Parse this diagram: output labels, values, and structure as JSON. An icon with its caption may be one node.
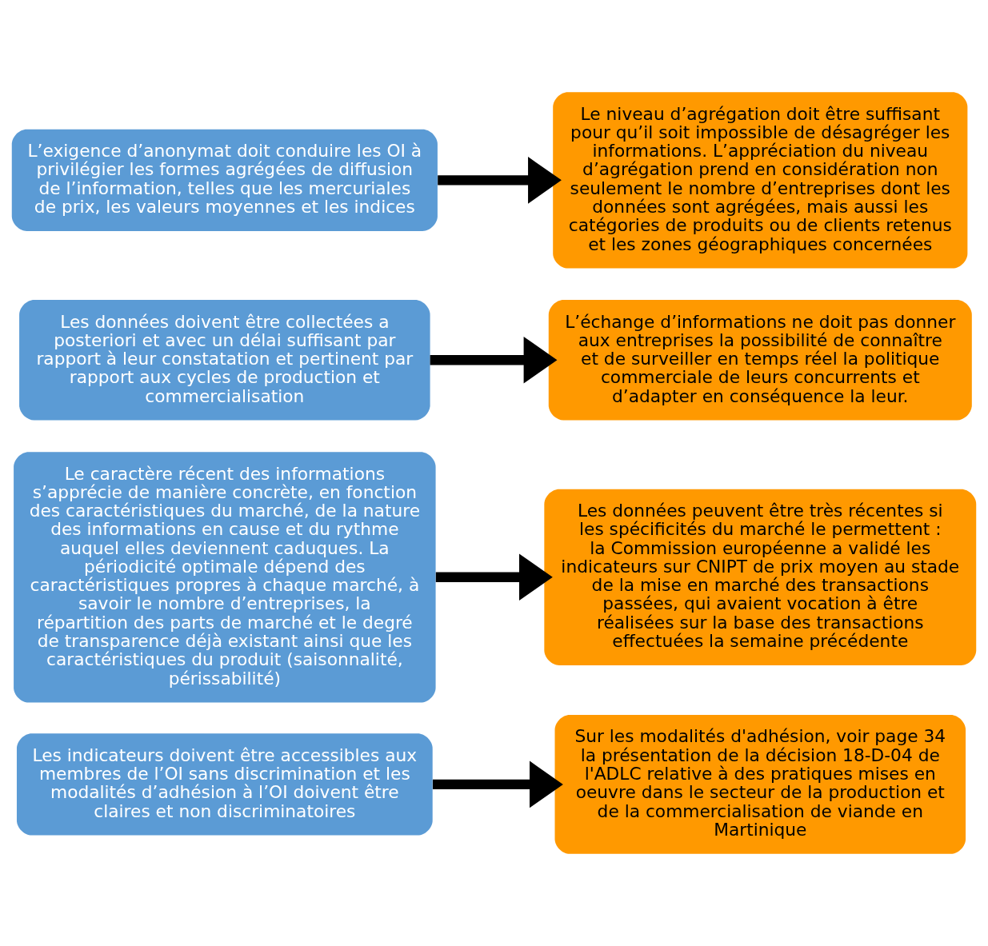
{
  "diagram": {
    "nodes": [
      {
        "text": [
          "L’exigence d’anonymat doit conduire les OI à privilégier les formes agrégées de diffusion de l’information, telles que les mercuriales de prix, les valeurs moyennes et les indices"
        ]
      },
      {
        "text": [
          "Le niveau d’agrégation doit être suffisant pour qu’il soit impossible de désagréger les informations. L’appréciation du niveau d’agrégation prend en considération non seulement le nombre d’entreprises dont les données sont agrégées, mais aussi les catégories de produits ou de clients retenus et les zones géographiques concernées"
        ]
      },
      {
        "text": [
          "Les données doivent être collectées a posteriori et avec un délai suffisant par rapport à leur constatation et pertinent par rapport aux cycles de production et commercialisation"
        ]
      },
      {
        "text": [
          "L’échange d’informations ne doit pas donner aux entreprises la possibilité de connaître et de surveiller en temps réel la politique commerciale de leurs concurrents et d’adapter en conséquence la leur."
        ]
      },
      {
        "text": [
          "Le caractère récent des informations s’apprécie de manière concrète, en fonction des caractéristiques du marché, de la nature des informations en cause et du rythme auquel elles deviennent caduques. La périodicité optimale dépend des caractéristiques propres à chaque marché, à savoir le nombre d’entreprises, la répartition des parts de marché et le degré de transparence déjà existant ainsi que les caractéristiques du produit (saisonnalité, périssabilité)"
        ]
      },
      {
        "text": [
          "Les données peuvent être très récentes si les spécificités du marché le permettent : la Commission européenne a validé les indicateurs sur CNIPT de prix moyen au stade de la mise en marché des transactions passées, qui avaient vocation à être réalisées sur la base des transactions effectuées la semaine précédente"
        ]
      },
      {
        "text": [
          "Les indicateurs doivent être accessibles aux membres de l’OI sans discrimination et les modalités d’adhésion à l’OI doivent être claires et non discriminatoires"
        ]
      },
      {
        "text": [
          "Sur les modalités d'adhésion, voir page 34 la présentation de la décision 18-D-04 de l'ADLC relative à des pratiques mises en oeuvre dans le secteur de la production et de la commercialisation de viande en Martinique"
        ]
      }
    ],
    "edges": [
      {
        "from": 0,
        "to": 1,
        "arrow": "to"
      },
      {
        "from": 2,
        "to": 3,
        "arrow": "to"
      },
      {
        "from": 4,
        "to": 5,
        "arrow": "to"
      },
      {
        "from": 6,
        "to": 7,
        "arrow": "to"
      }
    ]
  }
}
